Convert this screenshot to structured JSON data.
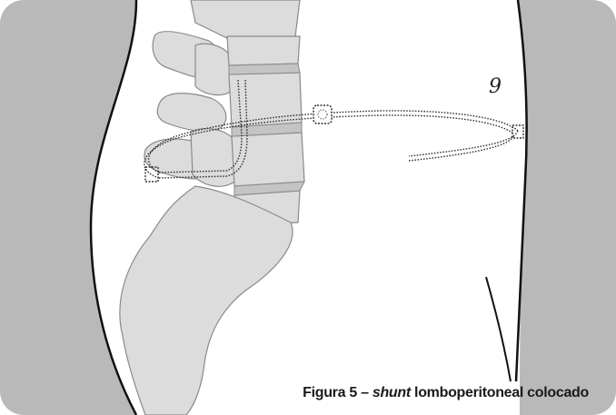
{
  "figure": {
    "marker_label": "9",
    "caption": {
      "prefix": "Figura 5 – ",
      "emphasis": "shunt",
      "suffix": " lomboperitoneal colocado"
    }
  },
  "colors": {
    "background_gray": "#b9b9b9",
    "bone_fill": "#dcdcdc",
    "bone_stroke": "#8a8a8a",
    "disc_fill": "#c4c4c4",
    "outline": "#111111"
  }
}
